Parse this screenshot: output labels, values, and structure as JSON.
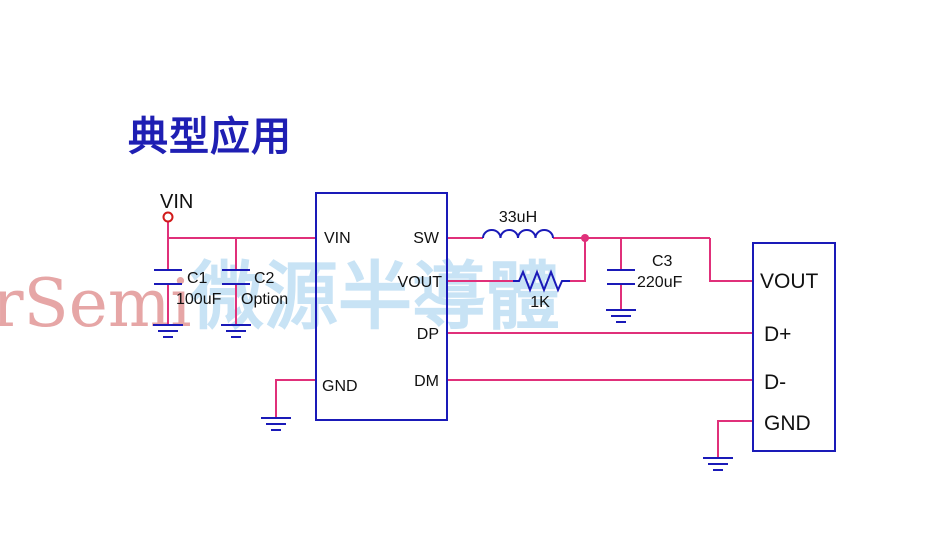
{
  "title": "典型应用",
  "watermark": {
    "brand_fragment": "rSemi",
    "brand_text": "微源半導體",
    "color": "#c8e3f5",
    "brand_fragment_color": "#e6a6a6"
  },
  "colors": {
    "wire": "#e0307a",
    "component": "#1a1ab8",
    "input_node": "#d11a1a",
    "text": "#111111"
  },
  "input": {
    "label": "VIN"
  },
  "capacitors": {
    "c1": {
      "ref": "C1",
      "value": "100uF"
    },
    "c2": {
      "ref": "C2",
      "value": "Option"
    },
    "c3": {
      "ref": "C3",
      "value": "220uF"
    }
  },
  "chip": {
    "pins": {
      "vin": "VIN",
      "gnd": "GND",
      "sw": "SW",
      "vout": "VOUT",
      "dp": "DP",
      "dm": "DM"
    }
  },
  "inductor": {
    "value": "33uH"
  },
  "resistor": {
    "value": "1K"
  },
  "usb_connector": {
    "pins": {
      "vout": "VOUT",
      "dplus": "D+",
      "dminus": "D-",
      "gnd": "GND"
    }
  }
}
